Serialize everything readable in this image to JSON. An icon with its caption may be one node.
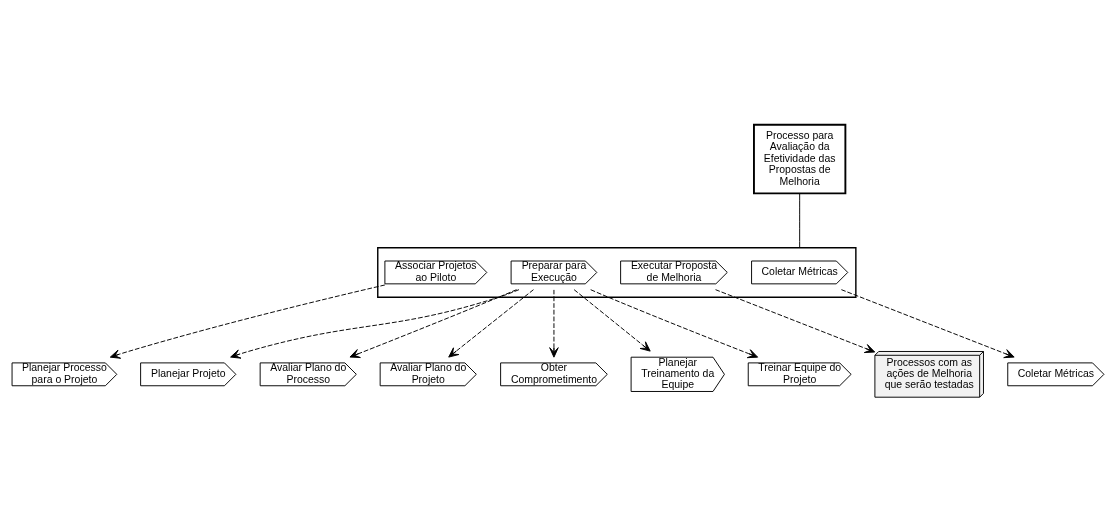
{
  "diagram": {
    "nodes": [
      {
        "text": [],
        "shape": "box"
      },
      {
        "text": [
          "Processo para Avaliação da Efetividade das Propostas de Melhoria"
        ]
      },
      {
        "text": [
          "Associar Projetos ao Piloto"
        ],
        "in": 0
      },
      {
        "text": [
          "Preparar para Execução"
        ],
        "in": 0
      },
      {
        "text": [
          "Executar Proposta de Melhoria"
        ],
        "in": 0
      },
      {
        "text": [
          "Coletar Métricas"
        ],
        "in": 0
      },
      {
        "text": [
          "Planejar Processo para o Projeto"
        ]
      },
      {
        "text": [
          "Planejar Projeto"
        ]
      },
      {
        "text": [
          "Avaliar Plano do Processo"
        ]
      },
      {
        "text": [
          "Avaliar Plano do Projeto"
        ]
      },
      {
        "text": [
          "Obter Comprometimento"
        ]
      },
      {
        "text": [
          "Planejar Treinamento da Equipe"
        ]
      },
      {
        "text": [
          "Treinar Equipe do Projeto"
        ]
      },
      {
        "text": [
          "Coletar Métricas"
        ]
      },
      {
        "text": [
          "Processos com as ações de Melhoria que serão testadas"
        ]
      }
    ],
    "edges": [
      {
        "from": 1,
        "to": 0,
        "arrow": "none"
      },
      {
        "from": 2,
        "to": 6,
        "arrow": "to",
        "style": "dashed"
      },
      {
        "from": 3,
        "to": 7,
        "arrow": "to",
        "style": "dashed"
      },
      {
        "from": 3,
        "to": 8,
        "arrow": "to",
        "style": "dashed"
      },
      {
        "from": 3,
        "to": 9,
        "arrow": "to",
        "style": "dashed"
      },
      {
        "from": 3,
        "to": 10,
        "arrow": "to",
        "style": "dashed"
      },
      {
        "from": 3,
        "to": 11,
        "arrow": "to",
        "style": "dashed"
      },
      {
        "from": 3,
        "to": 12,
        "arrow": "to",
        "style": "dashed"
      },
      {
        "from": 4,
        "to": 14,
        "arrow": "to",
        "style": "dashed"
      },
      {
        "from": 5,
        "to": 13,
        "arrow": "to",
        "style": "dashed"
      }
    ]
  }
}
